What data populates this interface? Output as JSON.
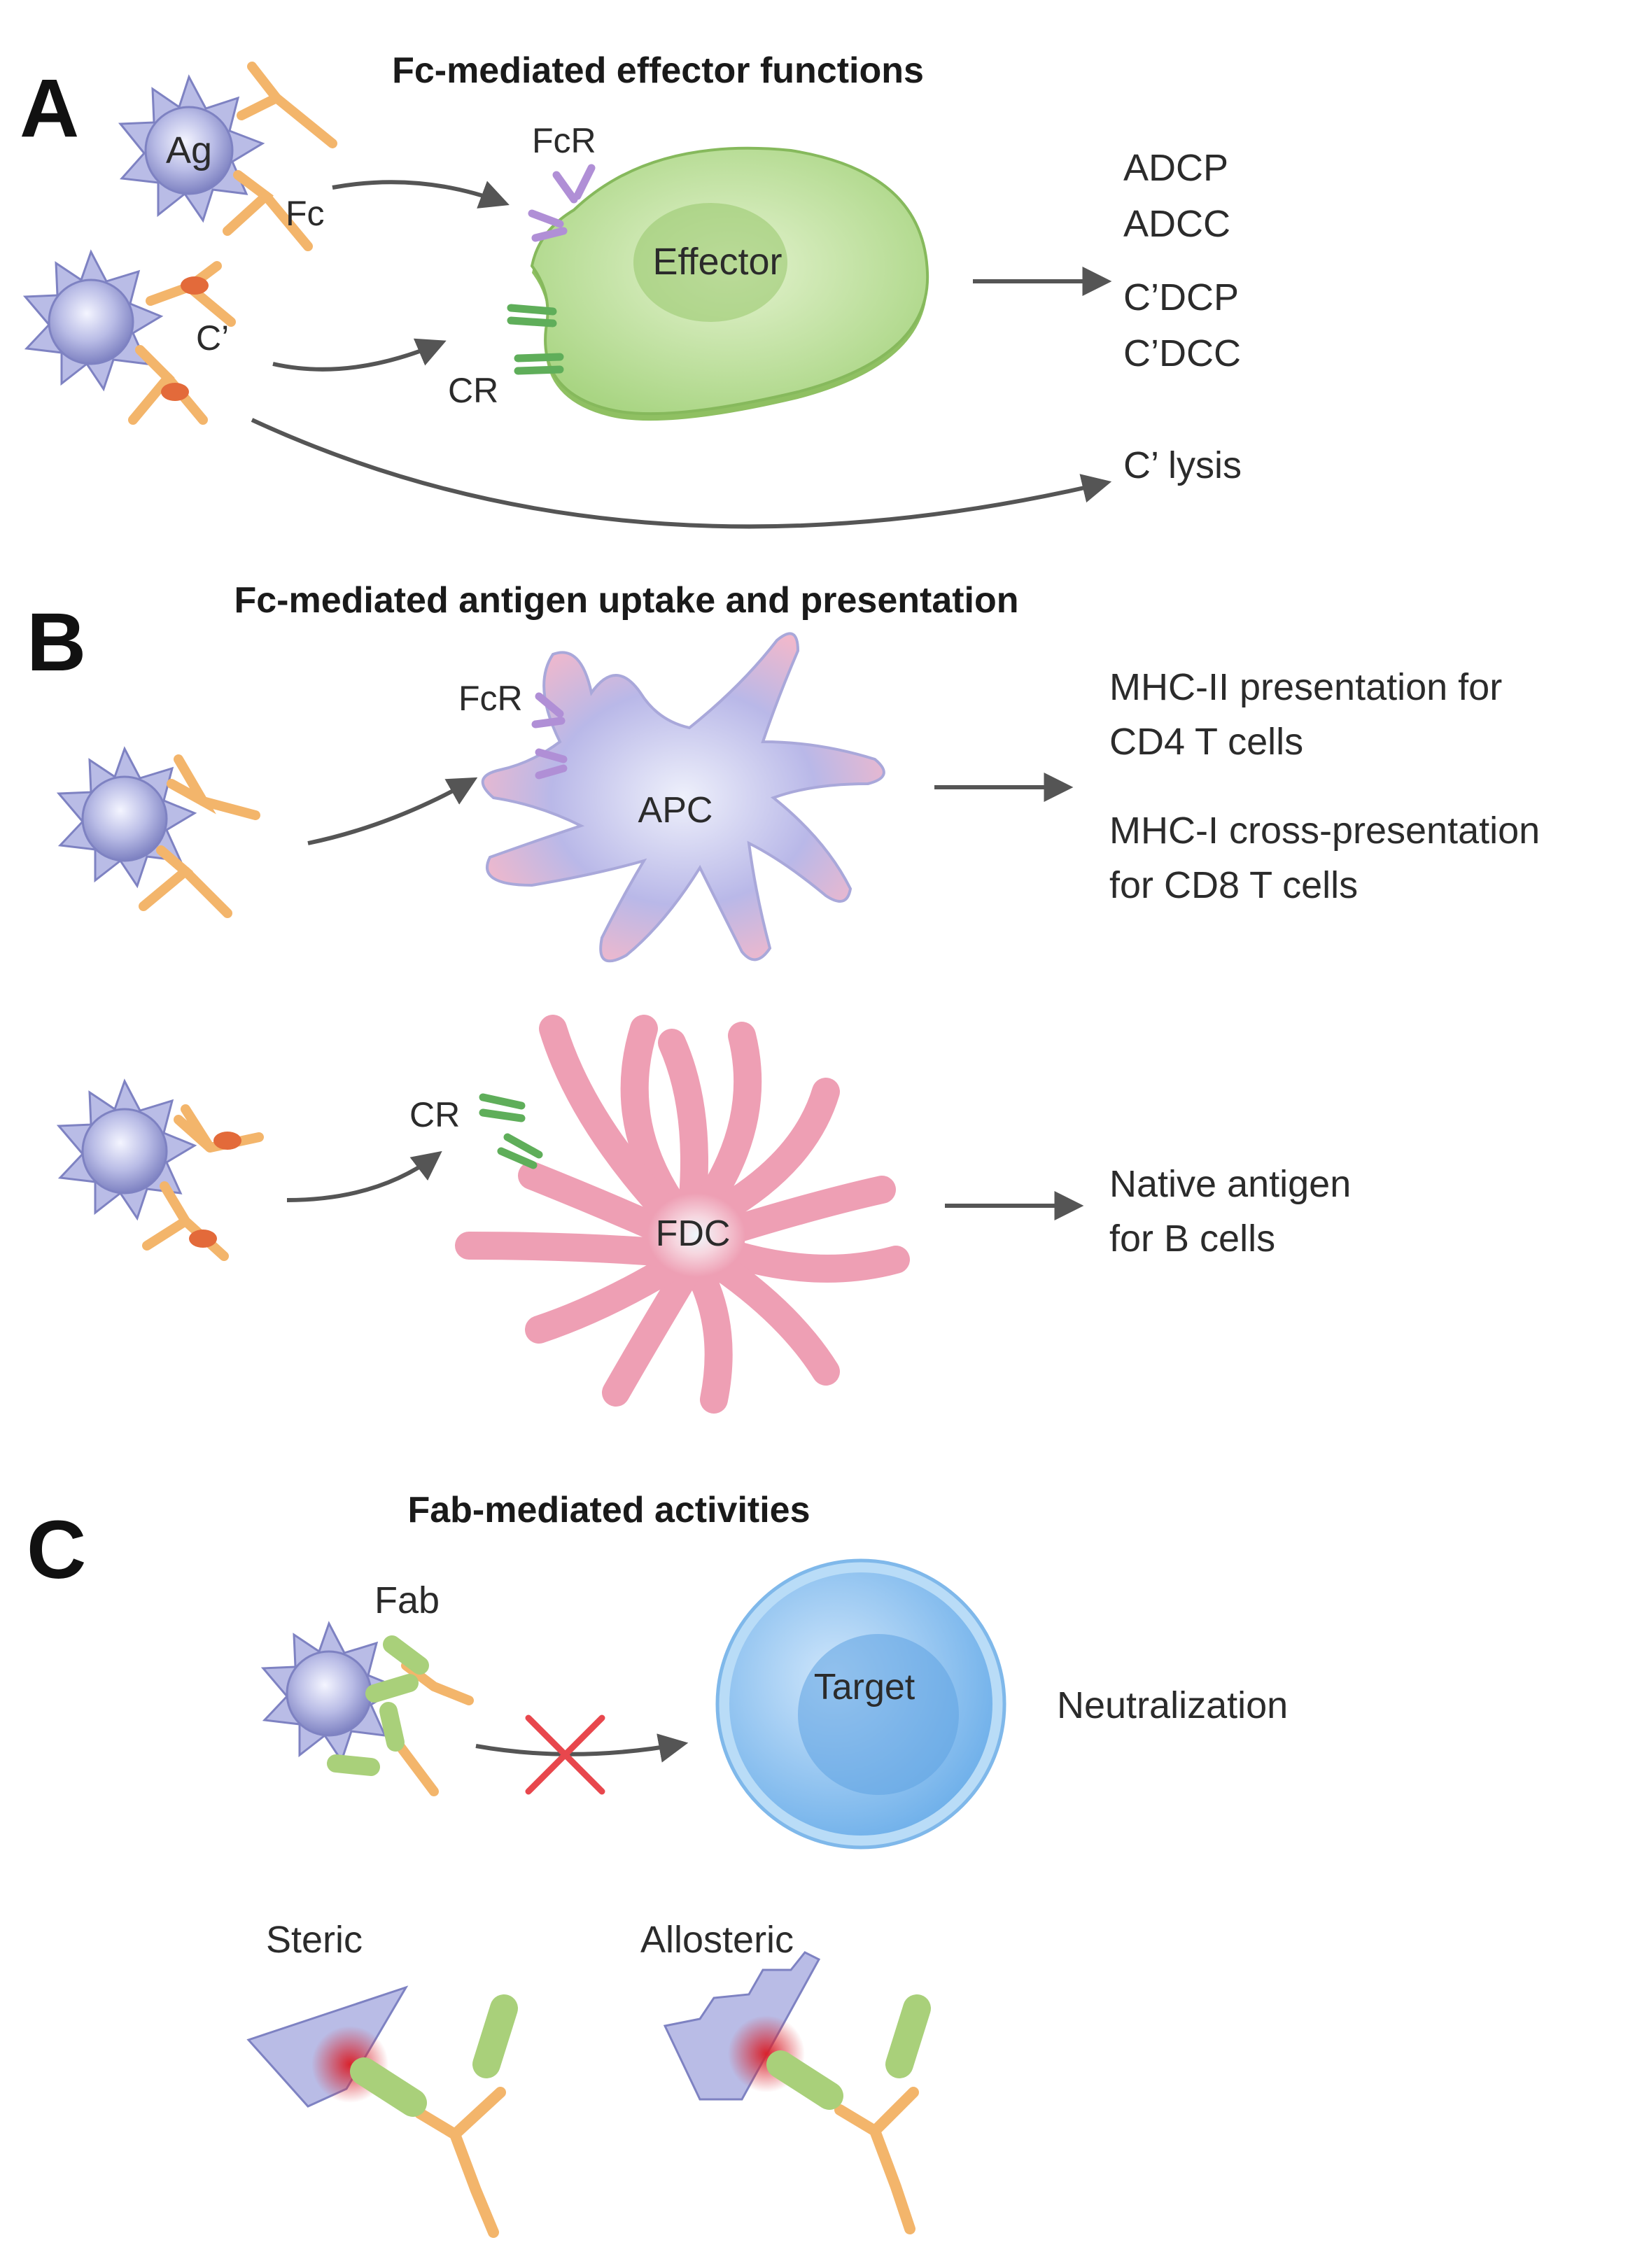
{
  "panels": {
    "a": {
      "letter": "A",
      "title": "Fc-mediated effector functions",
      "labels": {
        "ag": "Ag",
        "fc": "Fc",
        "complement": "C’",
        "fcr": "FcR",
        "cr": "CR",
        "effector": "Effector"
      },
      "outcomes": [
        "ADCP",
        "ADCC",
        "C’DCP",
        "C’DCC"
      ],
      "lysis": "C’ lysis"
    },
    "b": {
      "letter": "B",
      "title": "Fc-mediated antigen uptake and presentation",
      "labels": {
        "fcr": "FcR",
        "apc": "APC",
        "cr": "CR",
        "fdc": "FDC"
      },
      "outcomes": [
        "MHC-II presentation for",
        "CD4 T cells",
        "MHC-I cross-presentation",
        "for CD8 T cells",
        "Native antigen",
        "for B cells"
      ]
    },
    "c": {
      "letter": "C",
      "title": "Fab-mediated activities",
      "labels": {
        "fab": "Fab",
        "target": "Target",
        "neutralization": "Neutralization",
        "steric": "Steric",
        "allosteric": "Allosteric"
      }
    }
  },
  "colors": {
    "antigen": "#b9bce6",
    "antibody": "#f3b56b",
    "fab": "#a9d07a",
    "effector_cell": "#bfe09a",
    "apc": "#b9b8e8",
    "fdc": "#f2b3c3",
    "target": "#8ec2ee",
    "block_x": "#e8474d",
    "fcr": "#b08fd6",
    "cr": "#5fae5a"
  }
}
